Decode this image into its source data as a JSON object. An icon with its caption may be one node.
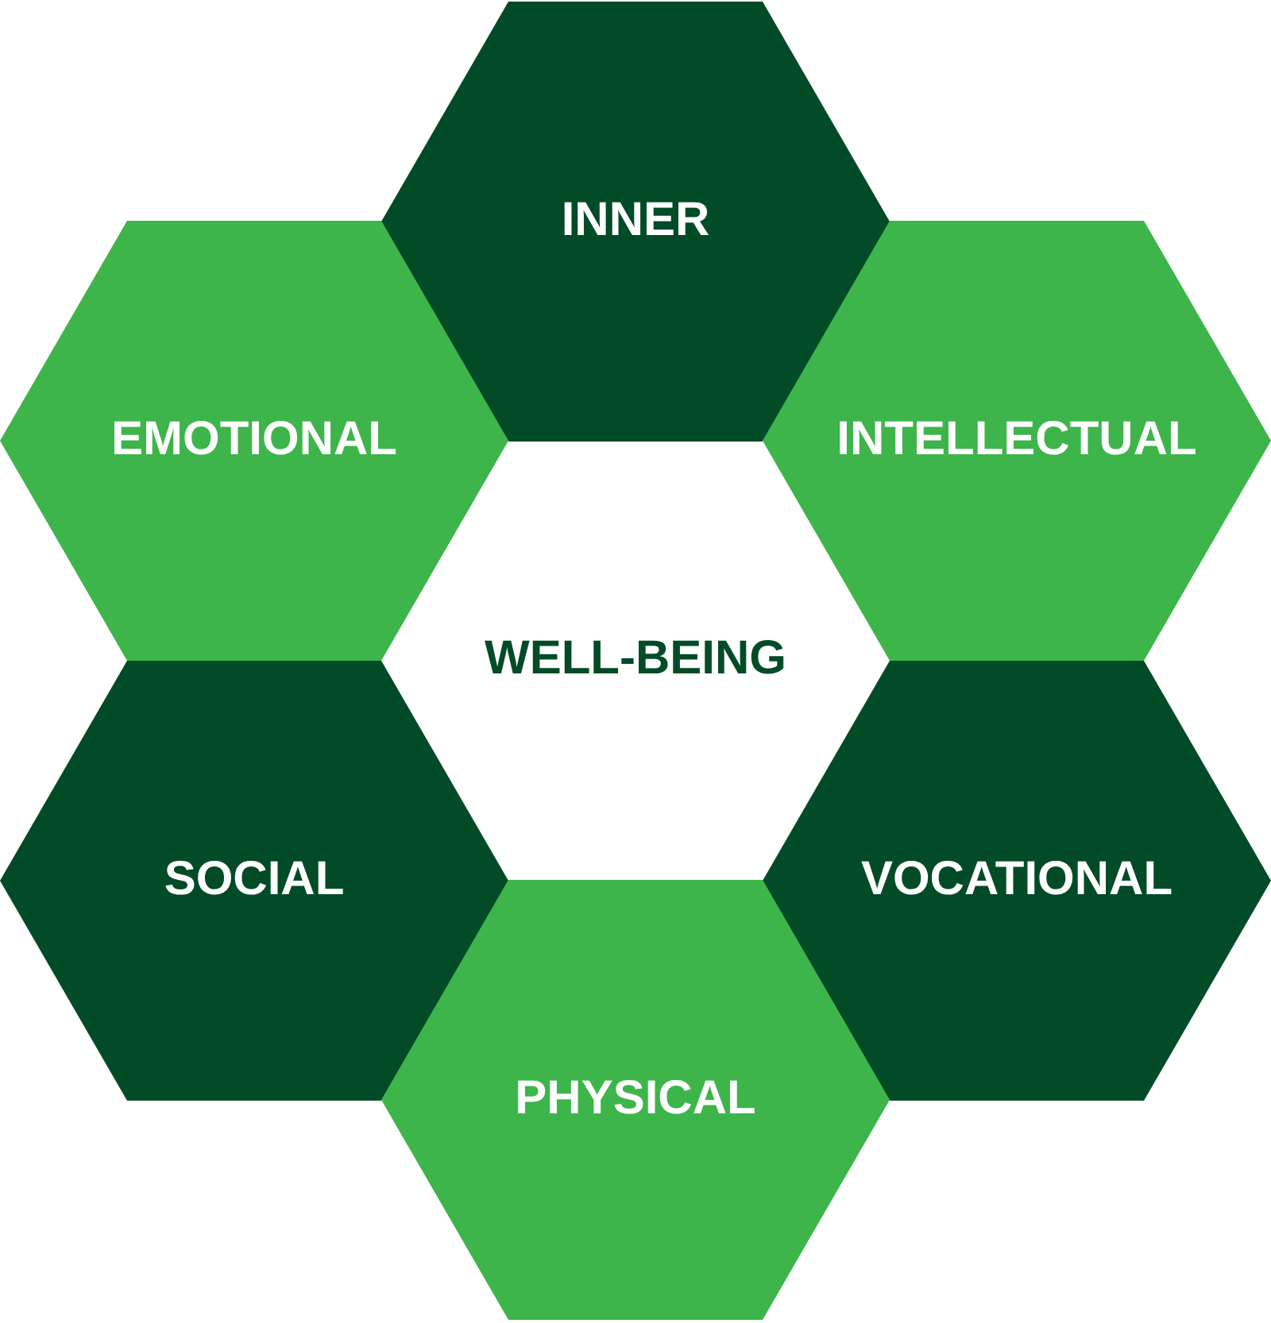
{
  "diagram": {
    "nodes": [
      {
        "text": [
          "INNER"
        ]
      },
      {
        "text": [
          "EMOTIONAL"
        ]
      },
      {
        "text": [
          "INTELLECTUAL"
        ]
      },
      {
        "text": [
          "WELL-BEING"
        ]
      },
      {
        "text": [
          "SOCIAL"
        ]
      },
      {
        "text": [
          "VOCATIONAL"
        ]
      },
      {
        "text": [
          "PHYSICAL"
        ]
      }
    ]
  }
}
